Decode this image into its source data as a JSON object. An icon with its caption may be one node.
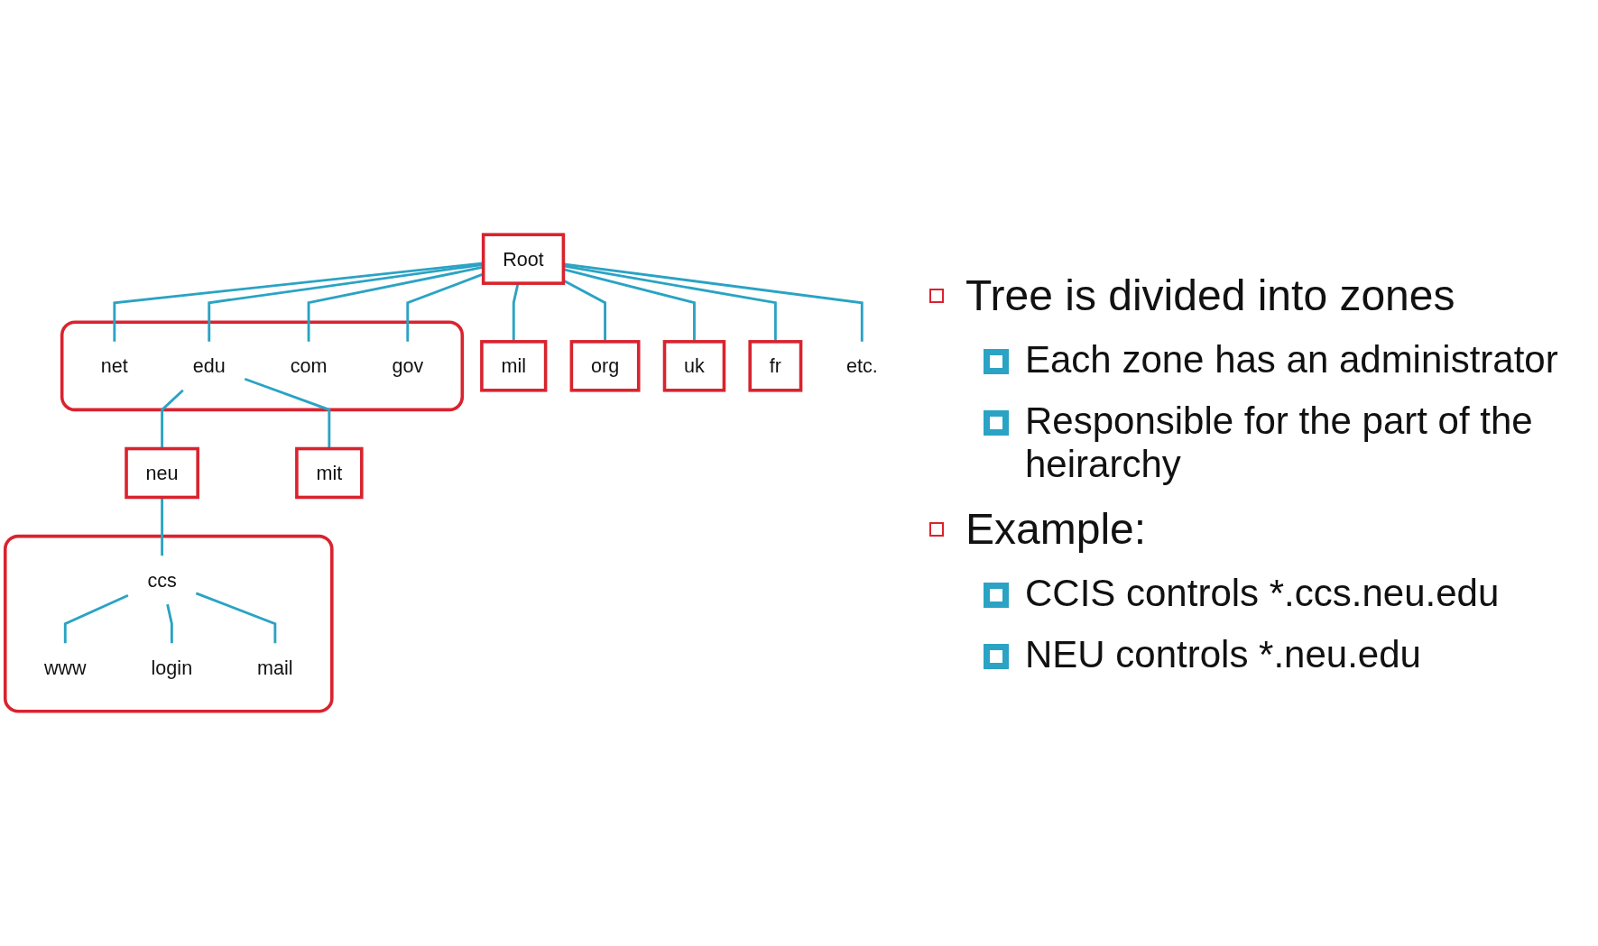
{
  "diagram": {
    "nodes": [
      {
        "text": [
          "Root"
        ]
      },
      {
        "text": [],
        "shape": "box"
      },
      {
        "text": [
          "net"
        ],
        "in": 1
      },
      {
        "text": [
          "edu"
        ],
        "in": 1
      },
      {
        "text": [
          "com"
        ],
        "in": 1
      },
      {
        "text": [
          "gov"
        ],
        "in": 1
      },
      {
        "text": [
          "mil"
        ]
      },
      {
        "text": [
          "org"
        ]
      },
      {
        "text": [
          "uk"
        ]
      },
      {
        "text": [
          "fr"
        ]
      },
      {
        "text": [
          "etc."
        ]
      },
      {
        "text": [
          "neu"
        ]
      },
      {
        "text": [
          "mit"
        ]
      },
      {
        "text": [],
        "shape": "box"
      },
      {
        "text": [
          "ccs"
        ],
        "in": 13
      },
      {
        "text": [
          "www"
        ],
        "in": 13
      },
      {
        "text": [
          "login"
        ],
        "in": 13
      },
      {
        "text": [
          "mail"
        ],
        "in": 13
      }
    ],
    "edges": [
      {
        "from": 0,
        "to": 2,
        "arrow": "none"
      },
      {
        "from": 0,
        "to": 3,
        "arrow": "none"
      },
      {
        "from": 0,
        "to": 4,
        "arrow": "none"
      },
      {
        "from": 0,
        "to": 5,
        "arrow": "none"
      },
      {
        "from": 0,
        "to": 6,
        "arrow": "none"
      },
      {
        "from": 0,
        "to": 7,
        "arrow": "none"
      },
      {
        "from": 0,
        "to": 8,
        "arrow": "none"
      },
      {
        "from": 0,
        "to": 9,
        "arrow": "none"
      },
      {
        "from": 0,
        "to": 10,
        "arrow": "none"
      },
      {
        "from": 3,
        "to": 11,
        "arrow": "none"
      },
      {
        "from": 3,
        "to": 12,
        "arrow": "none"
      },
      {
        "from": 11,
        "to": 14,
        "arrow": "none"
      },
      {
        "from": 14,
        "to": 15,
        "arrow": "none"
      },
      {
        "from": 14,
        "to": 16,
        "arrow": "none"
      },
      {
        "from": 14,
        "to": 17,
        "arrow": "none"
      }
    ],
    "labels": [
      "Tree is divided into zones",
      "Each zone has an administrator",
      "Responsible for the part of the heirarchy",
      "Example:",
      "CCIS controls *.ccs.neu.edu",
      "NEU controls *.neu.edu"
    ]
  }
}
